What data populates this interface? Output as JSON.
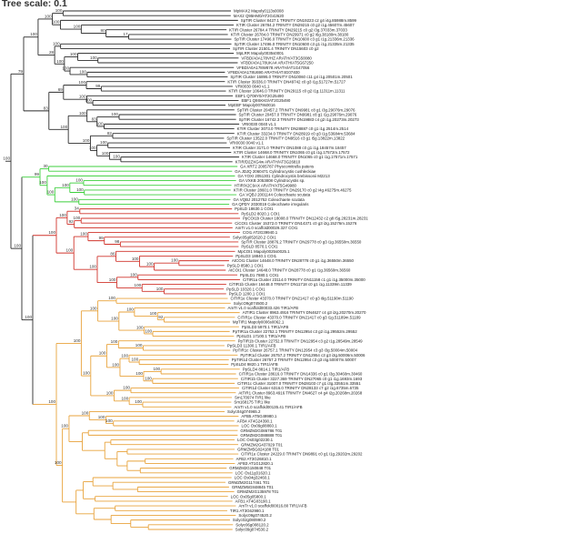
{
  "title": {
    "prefix": "Tree scale:",
    "value": "0.1"
  },
  "colors": {
    "default": "#2b2b2b",
    "green": "#3ccf3c",
    "red": "#d0342c",
    "orange": "#e8a33c"
  },
  "tips": [
    {
      "label": "MpMAX2 Mapoly0113s0008",
      "clade": "default"
    },
    {
      "label": "MAX2 Q95HM0/AT2G42620",
      "clade": "default"
    },
    {
      "label": "SpTIR Cluster 8427.1 TRINITY DN19223 c2 g4 i4g.85988m.8599",
      "clade": "default"
    },
    {
      "label": "KTIR Cluster 26784.2 TRINITY DN29215 c0 g2 i1g.45607m.45607",
      "clade": "default"
    },
    {
      "label": "KTIR Cluster 26784.4 TRINITY DN29215 c0 g2 i3g.37033m.37033",
      "clade": "default"
    },
    {
      "label": "KTIR Cluster 26784.0 TRINITY DN29971 c0 g2 i6g.38180m.38180",
      "clade": "default"
    },
    {
      "label": "SpTIR Cluster 17496.0 TRINITY DN10600 c3 g1 i1g.21336m.21336",
      "clade": "default"
    },
    {
      "label": "SpTIR Cluster 17496.0 TRINITY DN10600 c3 g1 i1g.21335m.21335",
      "clade": "default"
    },
    {
      "label": "SpTIR Cluster 21501.4 TRINITY DN15603 c0 g2",
      "clade": "default"
    },
    {
      "label": "MpLRR Mapoly0035s0001",
      "clade": "default"
    },
    {
      "label": "VFBD/A0A178VHZ ARATH/AT3G50080",
      "clade": "default"
    },
    {
      "label": "VFBD/A0A178UKA4 ARATH/AT5G67250",
      "clade": "default"
    },
    {
      "label": "VFBD/A0A178W878 ARATH/AT1G47056",
      "clade": "default"
    },
    {
      "label": "VFBD/A0A178U690 ARATH/AT4G07400",
      "clade": "default"
    },
    {
      "label": "SpTIR Cluster 16895.0 TRINITY DN10060 c11 g4 i1g.20501m.20501",
      "clade": "default"
    },
    {
      "label": "KTIR Cluster 39336.0 TRINITY DN49742 c0 g3 i1g.51727m.51727",
      "clade": "default"
    },
    {
      "label": "VRI0030 0040 v1.1",
      "clade": "default"
    },
    {
      "label": "KTIR Cluster 10646.0 TRINITY DN29115 c0 g2 i1g.11311m.11311",
      "clade": "default"
    },
    {
      "label": "EBF1 Q708Y0/AT2G25490",
      "clade": "default"
    },
    {
      "label": "EBF1 Q9SKK0/AT2G25490",
      "clade": "default"
    },
    {
      "label": "MpEBF Mapoly0078s0016",
      "clade": "default"
    },
    {
      "label": "SpTIR Cluster 20457.2 TRINITY DN9981 c8 g1 i3g.29076m.29076",
      "clade": "default"
    },
    {
      "label": "SpTIR Cluster 20457.0 TRINITY DN9981 c8 g1 i1g.29076m.29076",
      "clade": "default"
    },
    {
      "label": "SpTIR Cluster 16742.3 TRINITY DN19883 c4 g2 i1g.20273m.20273",
      "clade": "default"
    },
    {
      "label": "VRI0030 0040 v1.1",
      "clade": "default"
    },
    {
      "label": "KTIR Cluster 3073.0 TRINITY DN28887 c0 g1 i1g.2514m.2514",
      "clade": "default"
    },
    {
      "label": "KTIR Cluster 33234.0 TRINITY DN28919 c0 g3 i1g.53684m.53684",
      "clade": "default"
    },
    {
      "label": "SpTIR Cluster 13522.0 TRINITY DN9516 c3 g1 i5g.13822m.13822",
      "clade": "default"
    },
    {
      "label": "VRI0030 0040 v1.1",
      "clade": "default"
    },
    {
      "label": "KTIR Cluster 3171.0 TRINITY DN1088 c0 g1 i1g.18457m.18457",
      "clade": "default"
    },
    {
      "label": "KTIR Cluster 14668.0 TRINITY DN1065 c0 g1 i1g.17572m.17572",
      "clade": "default"
    },
    {
      "label": "KTIR Cluster 14668.0 TRINITY DN1065 c0 g1 i1g.17571m.17571",
      "clade": "default"
    },
    {
      "label": "KTIR/D2ZXG4w ARATH/AT3G26810",
      "clade": "default"
    },
    {
      "label": "GA XRT2 2005787 Physcomitrella patens",
      "clade": "green"
    },
    {
      "label": "GA JDJQ 2060471 Cylindrocystis cushleckiae",
      "clade": "green"
    },
    {
      "label": "GA YOXI 2051301 Cylindrocystis brebissonii M2213",
      "clade": "green"
    },
    {
      "label": "GA VXKB 2053808 Cylindrocystis sp.",
      "clade": "green"
    },
    {
      "label": "HTIR/X2C9AX ARATH/AT5G49980",
      "clade": "green"
    },
    {
      "label": "KTIR Cluster 28601.0 TRINITY DN29170 c0 g2 i4g.46275m.46275",
      "clade": "green"
    },
    {
      "label": "GA VQBJ 2001144 Coleochaete scutata",
      "clade": "green"
    },
    {
      "label": "GA VQBJ 2012752 Coleochaete scutata",
      "clade": "green"
    },
    {
      "label": "GA QPDY 2030019 Coleochaete irregularis",
      "clade": "green"
    },
    {
      "label": "PpSLD 18630.1 COI1",
      "clade": "red"
    },
    {
      "label": "PpSLD2 8020.1 COI1",
      "clade": "red"
    },
    {
      "label": "PpCOI1b Cluster 18008.0 TRINITY DN12432 c2 g8 i5g.28231m.28231",
      "clade": "red"
    },
    {
      "label": "CiCOI1 Cluster 15372.0 TRINITY DN14371 c0 g3 i2g.15276m.15276",
      "clade": "red"
    },
    {
      "label": "AmTr v1.0 scaffold00029.327 COI1",
      "clade": "red"
    },
    {
      "label": "COI1 AT2G39940.1",
      "clade": "red"
    },
    {
      "label": "Solyc05g052620.2 COI1",
      "clade": "red"
    },
    {
      "label": "SpTIR Cluster 28876.2 TRINITY DN29778 c0 g3 i1g.36550m.36550",
      "clade": "red"
    },
    {
      "label": "PpSLD 8570.1 COI1",
      "clade": "red"
    },
    {
      "label": "MpCOI1 Mapoly0025s0025.1",
      "clade": "red"
    },
    {
      "label": "PpSLD3 18840.1 COI1",
      "clade": "red"
    },
    {
      "label": "AtCOI1 Cluster 14648.0 TRINITY DN28778 c0 g1 i1g.36550m.36550",
      "clade": "red"
    },
    {
      "label": "PpSLD 8580.1 COI1",
      "clade": "red"
    },
    {
      "label": "AtCOI1 Cluster 14648.0 TRINITY DN28778 c0 g1 i1g.36560m.36560",
      "clade": "red"
    },
    {
      "label": "PpSLD1 7880.1 COI1",
      "clade": "red"
    },
    {
      "label": "CiTIR1a Cluster 23114.0 TRINITY DN11158 c1 g1 i1g.35000m.35000",
      "clade": "red"
    },
    {
      "label": "CiTIR1b Cluster 16448.0 TRINITY DN11718 c0 g1 i1g.11339m.11339",
      "clade": "red"
    },
    {
      "label": "PpSLD 10320.1 COI1",
      "clade": "red"
    },
    {
      "label": "PpSLD 1200.1 COI1",
      "clade": "red"
    },
    {
      "label": "CiTIR1e Cluster 43370.0 TRINITY DN21417 c0 g3 i9g.51190m.51190",
      "clade": "orange"
    },
    {
      "label": "SolycO9g074500.2",
      "clade": "orange"
    },
    {
      "label": "AmTr v1.0 scaffold00033.426 TIR1/AFB",
      "clade": "orange"
    },
    {
      "label": "AtTIR1 Cluster 8963.4916 TRINITY DN4627 c4 g3 i2g.20270m.20270",
      "clade": "orange"
    },
    {
      "label": "CiTIR1e Cluster 43370.0 TRINITY DN21417 c0 g3 i1g.51189m.51189",
      "clade": "orange"
    },
    {
      "label": "MpTIR1 Mapoly0006s0062.1",
      "clade": "orange"
    },
    {
      "label": "PpSLD3 5970.1 TIR1/AFB",
      "clade": "orange"
    },
    {
      "label": "PpTIR1a Cluster 22752.1 TRINITY DN12954 c3 g2 i1g.29552m.29552",
      "clade": "orange"
    },
    {
      "label": "PpSLD1 17100.1 TIR1/AFB",
      "clade": "orange"
    },
    {
      "label": "PpTIR1b Cluster 22752.0 TRINITY DN12954 c3 g2 i1g.28549m.28549",
      "clade": "orange"
    },
    {
      "label": "PpSLD3 11300.1 TIR1/AFB",
      "clade": "orange"
    },
    {
      "label": "PpTIR1c Cluster 26757.1 TRINITY DN12954 c3 g3 i3g.50004m.50004",
      "clade": "orange"
    },
    {
      "label": "PpTIR1d Cluster 26757.2 TRINITY DN12954 c3 g3 i3g.50006m.50006",
      "clade": "orange"
    },
    {
      "label": "PpTIR1d Cluster 26757.2 TRINITY DN12954 c3 g3 i4g.50007m.50007",
      "clade": "orange"
    },
    {
      "label": "PpSLD4 9820.1 TIR1/AFB",
      "clade": "orange"
    },
    {
      "label": "PpSLD4 8814.1 TIR1/AFB",
      "clade": "orange"
    },
    {
      "label": "CiTIR1a Cluster 28616.0 TRINITY DN14336 c0 g1 i3g.30460m.30460",
      "clade": "orange"
    },
    {
      "label": "CiTIR1b Cluster 3227.369 TRINITY DN27065 c0 g1 i1g.1693m.1693",
      "clade": "orange"
    },
    {
      "label": "CiTIR1c Cluster 31007.0 TRINITY DN28103 c7 g1 i3g.33551m.33551",
      "clade": "orange"
    },
    {
      "label": "CiTIR1d Cluster 6316.0 TRINITY DN28133 c7 g2 i1g.6735m.6735",
      "clade": "orange"
    },
    {
      "label": "AtTIR1 Cluster 8963.4916 TRINITY DN4627 c4 g4 i2g.20268m.20268",
      "clade": "orange"
    },
    {
      "label": "Sm170974 TIR1 like",
      "clade": "orange"
    },
    {
      "label": "Sm168175 TIR1 like",
      "clade": "orange"
    },
    {
      "label": "AmTr v1.0 scaffold00135.41 TIR1/AFB",
      "clade": "orange"
    },
    {
      "label": "Solyc04g074965.2",
      "clade": "orange"
    },
    {
      "label": "AFB5 AT5G49980.1",
      "clade": "orange"
    },
    {
      "label": "AFB4 AT4G24390.1",
      "clade": "orange"
    },
    {
      "label": "LOC Os09g08860.1",
      "clade": "orange"
    },
    {
      "label": "GRMZM2G086786 T01",
      "clade": "orange"
    },
    {
      "label": "GRMZM2G088888 T01",
      "clade": "orange"
    },
    {
      "label": "LOC Os03g02230.1",
      "clade": "orange"
    },
    {
      "label": "GRMZM2G437029 T01",
      "clade": "orange"
    },
    {
      "label": "GRMZM5G824188 T01",
      "clade": "orange"
    },
    {
      "label": "CiTIR1e Cluster 24229.0 TRINITY DN9891 c0 g1 i1g.29202m.29202",
      "clade": "orange"
    },
    {
      "label": "AFB2 AT3G26810.1",
      "clade": "orange"
    },
    {
      "label": "AFB3 AT1G12820.1",
      "clade": "orange"
    },
    {
      "label": "GRMZM2G150848 T01",
      "clade": "orange"
    },
    {
      "label": "LOC Os11g31620.1",
      "clade": "orange"
    },
    {
      "label": "LOC Os04g32460.1",
      "clade": "orange"
    },
    {
      "label": "GRMZM2G117461 T01",
      "clade": "orange"
    },
    {
      "label": "GRMZM5G848845 T01",
      "clade": "orange"
    },
    {
      "label": "GRMZM2G135978 T01",
      "clade": "orange"
    },
    {
      "label": "LOC Os05g05800.1",
      "clade": "orange"
    },
    {
      "label": "AFB1 AT4G03190.1",
      "clade": "orange"
    },
    {
      "label": "AmTr v1.0 scaffold00016.80 TIR1/AFB",
      "clade": "orange"
    },
    {
      "label": "TIR1 AT3G62980.1",
      "clade": "orange"
    },
    {
      "label": "Solyc09g074520.2",
      "clade": "orange"
    },
    {
      "label": "Solyc02g080990.2",
      "clade": "orange"
    },
    {
      "label": "Solyc06g008120.2",
      "clade": "orange"
    },
    {
      "label": "Solyc09g074530.2",
      "clade": "orange"
    }
  ],
  "bootstrap_labels": [
    "100",
    "79",
    "100",
    "100",
    "100",
    "100",
    "100",
    "80",
    "17",
    "28",
    "100",
    "100",
    "100",
    "100",
    "100",
    "100",
    "83",
    "69",
    "100",
    "99",
    "100",
    "100",
    "100",
    "100",
    "83",
    "100",
    "100",
    "100",
    "82",
    "100",
    "100",
    "100",
    "100",
    "100",
    "99",
    "30",
    "100",
    "100",
    "100",
    "100",
    "100",
    "100",
    "100",
    "100",
    "100",
    "34",
    "92",
    "100",
    "100",
    "100",
    "99",
    "98",
    "100",
    "86",
    "100",
    "100",
    "100",
    "100",
    "100",
    "100",
    "100",
    "100",
    "100",
    "100",
    "100",
    "100",
    "100",
    "100",
    "92",
    "100",
    "100",
    "100",
    "100",
    "100",
    "100",
    "100",
    "100",
    "100",
    "100",
    "100",
    "100",
    "100",
    "100",
    "100",
    "100",
    "100",
    "100",
    "100",
    "100",
    "100"
  ]
}
